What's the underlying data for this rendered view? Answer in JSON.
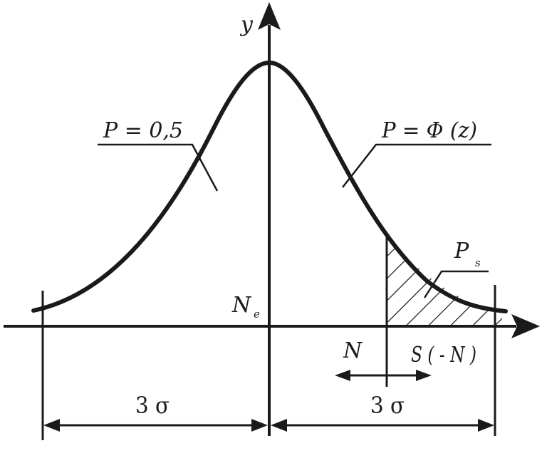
{
  "labels": {
    "y_axis": "y",
    "p_half": "P = 0,5",
    "p_phi": "P = Φ (z)",
    "p_s": "P",
    "p_s_sub": "s",
    "n_e": "N",
    "n_e_sub": "e",
    "n": "N",
    "s_minus_n": "S ( - N )",
    "three_sigma_left": "3 σ",
    "three_sigma_right": "3 σ"
  }
}
